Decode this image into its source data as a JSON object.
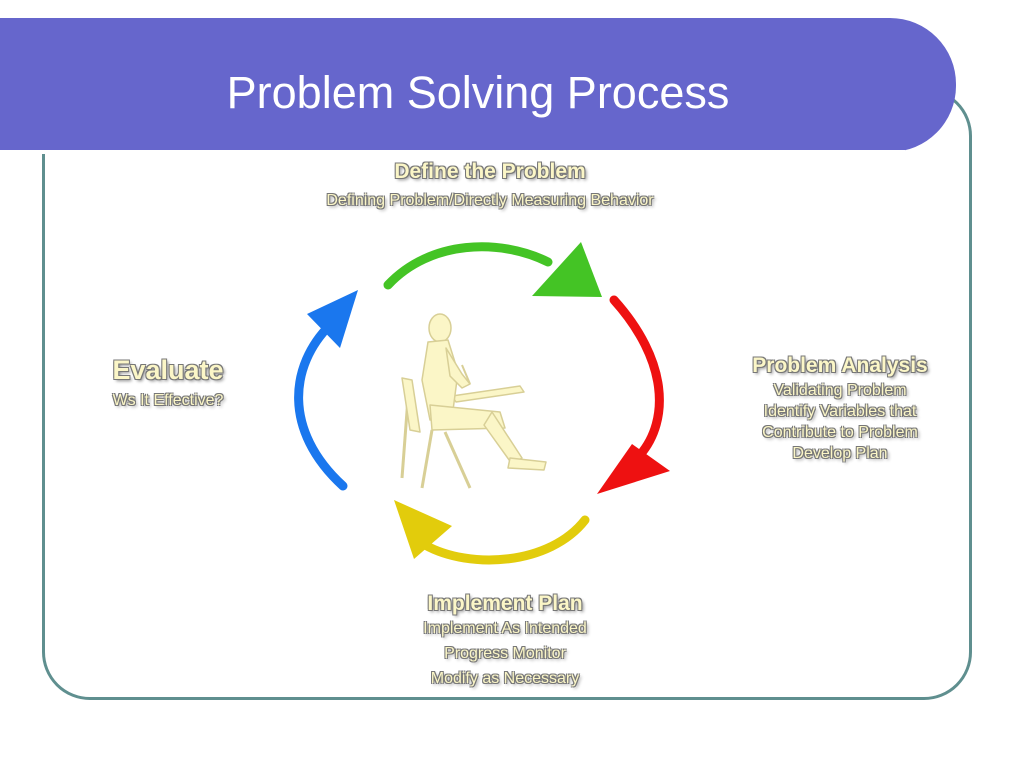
{
  "slide": {
    "title": "Problem Solving Process"
  },
  "stages": {
    "define": {
      "title": "Define the Problem",
      "subtitle": "Defining Problem/Directly Measuring Behavior"
    },
    "analysis": {
      "title": "Problem Analysis",
      "lines": [
        "Validating Problem",
        "Identify Variables that",
        "Contribute to Problem",
        "Develop Plan"
      ]
    },
    "implement": {
      "title": "Implement Plan",
      "lines": [
        "Implement As Intended",
        "Progress Monitor",
        "Modify as Necessary"
      ]
    },
    "evaluate": {
      "title": "Evaluate",
      "subtitle": "Ws It Effective?"
    }
  },
  "colors": {
    "title_bar": "#6666cc",
    "frame_border": "#5f8f8f",
    "arrow_define": "#44c425",
    "arrow_analysis": "#ee1111",
    "arrow_implement": "#e2cc0c",
    "arrow_evaluate": "#1a77ee",
    "figure": "#fbf6c7"
  },
  "icons": {
    "center": "student-at-desk-icon"
  }
}
